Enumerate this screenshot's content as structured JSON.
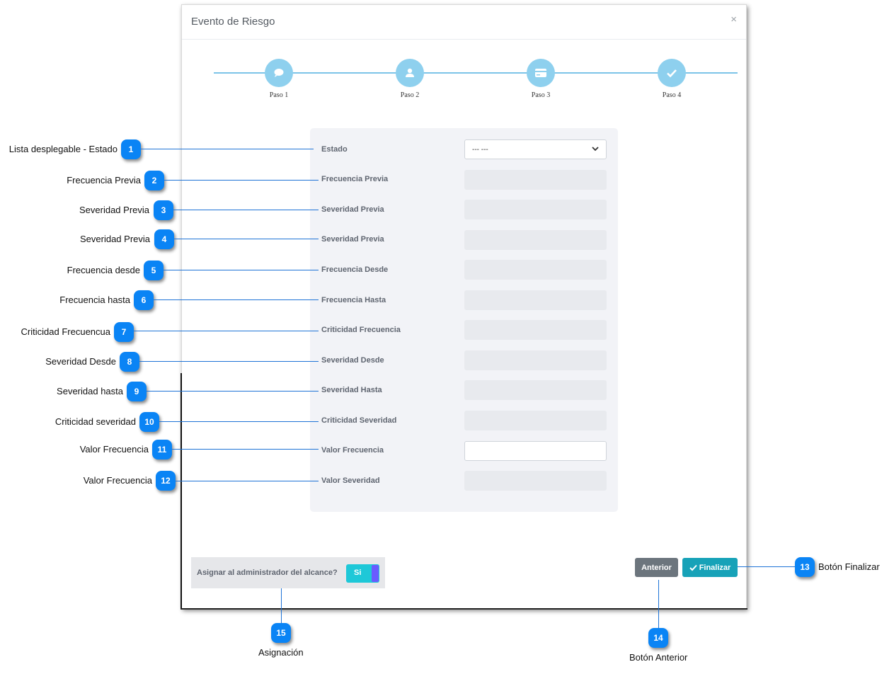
{
  "modal": {
    "title": "Evento de Riesgo",
    "close": "×"
  },
  "steps": [
    {
      "label": "Paso 1",
      "icon": "comment-icon"
    },
    {
      "label": "Paso 2",
      "icon": "user-icon"
    },
    {
      "label": "Paso 3",
      "icon": "credit-card-icon"
    },
    {
      "label": "Paso 4",
      "icon": "check-icon"
    }
  ],
  "form": {
    "estado_label": "Estado",
    "estado_value": "--- ---",
    "fields": [
      {
        "label": "Frecuencia Previa"
      },
      {
        "label": "Severidad Previa"
      },
      {
        "label": "Severidad Previa"
      },
      {
        "label": "Frecuencia Desde"
      },
      {
        "label": "Frecuencia Hasta"
      },
      {
        "label": "Criticidad Frecuencia"
      },
      {
        "label": "Severidad Desde"
      },
      {
        "label": "Severidad Hasta"
      },
      {
        "label": "Criticidad Severidad"
      },
      {
        "label": "Valor Frecuencia"
      },
      {
        "label": "Valor Severidad"
      }
    ]
  },
  "footer": {
    "assign_label": "Asignar al administrador del alcance?",
    "toggle_label": "Si",
    "prev_label": "Anterior",
    "finish_label": "Finalizar"
  },
  "annotations": {
    "left": [
      {
        "num": "1",
        "text": "Lista desplegable - Estado"
      },
      {
        "num": "2",
        "text": "Frecuencia Previa"
      },
      {
        "num": "3",
        "text": "Severidad Previa"
      },
      {
        "num": "4",
        "text": "Severidad Previa"
      },
      {
        "num": "5",
        "text": "Frecuencia desde"
      },
      {
        "num": "6",
        "text": "Frecuencia hasta"
      },
      {
        "num": "7",
        "text": "Criticidad Frecuencua"
      },
      {
        "num": "8",
        "text": "Severidad Desde"
      },
      {
        "num": "9",
        "text": "Severidad hasta"
      },
      {
        "num": "10",
        "text": "Criticidad severidad"
      },
      {
        "num": "11",
        "text": "Valor Frecuencia"
      },
      {
        "num": "12",
        "text": "Valor Frecuencia"
      }
    ],
    "finalizar": {
      "num": "13",
      "text": "Botón  Finalizar"
    },
    "anterior": {
      "num": "14",
      "text": "Botón Anterior"
    },
    "asignacion": {
      "num": "15",
      "text": "Asignación"
    }
  },
  "colors": {
    "badge": "#0a84f5",
    "step": "#8ed0ee",
    "finish": "#17a2b8",
    "prev": "#6c757d",
    "toggle": "#1ec8d8"
  }
}
